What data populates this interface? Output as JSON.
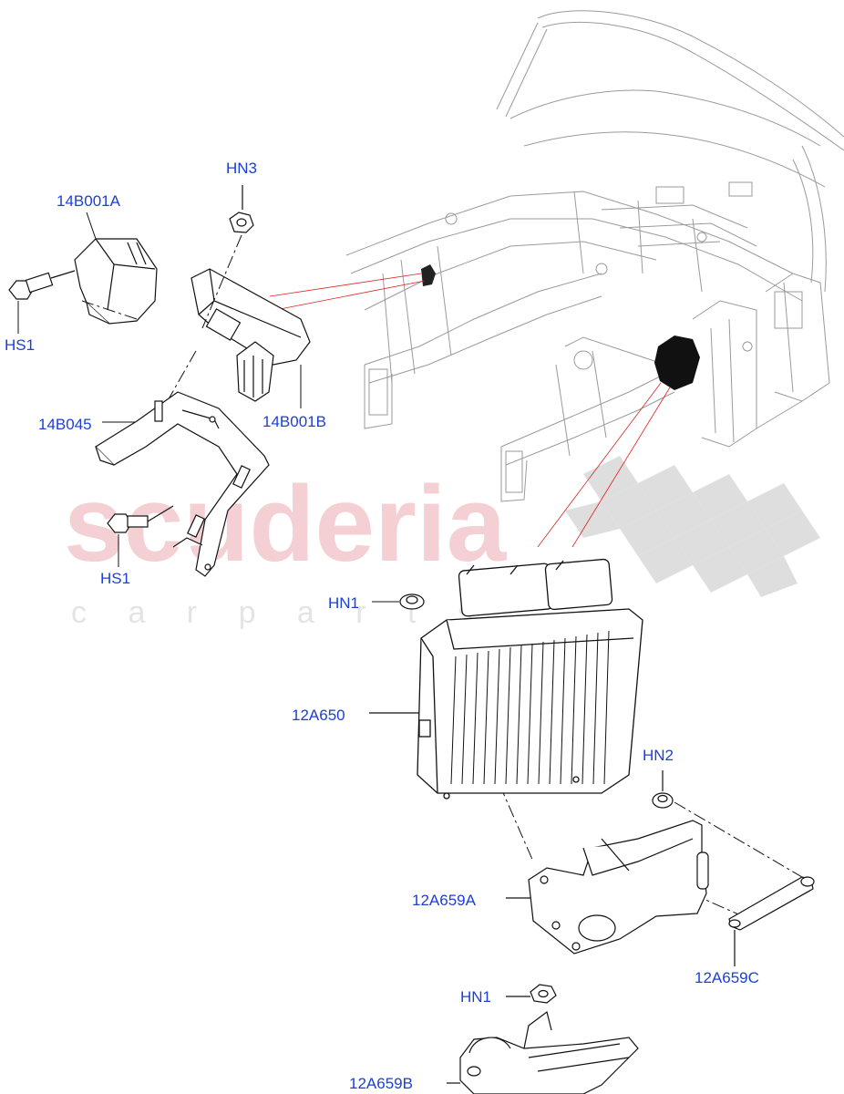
{
  "watermark": {
    "main": "scuderia",
    "sub": "c a r   p a r t s"
  },
  "labels": {
    "hn3": "HN3",
    "p14b001a": "14B001A",
    "hs1_top": "HS1",
    "p14b045": "14B045",
    "p14b001b": "14B001B",
    "hs1_bottom": "HS1",
    "hn1_top": "HN1",
    "p12a650": "12A650",
    "hn2": "HN2",
    "p12a659a": "12A659A",
    "p12a659c": "12A659C",
    "hn1_bottom": "HN1",
    "p12a659b": "12A659B"
  },
  "colors": {
    "label": "#1c3fd6",
    "callout": "#e02020",
    "line": "#111111",
    "watermark": "#f2c8cc",
    "checker": "#d9d9d9"
  }
}
